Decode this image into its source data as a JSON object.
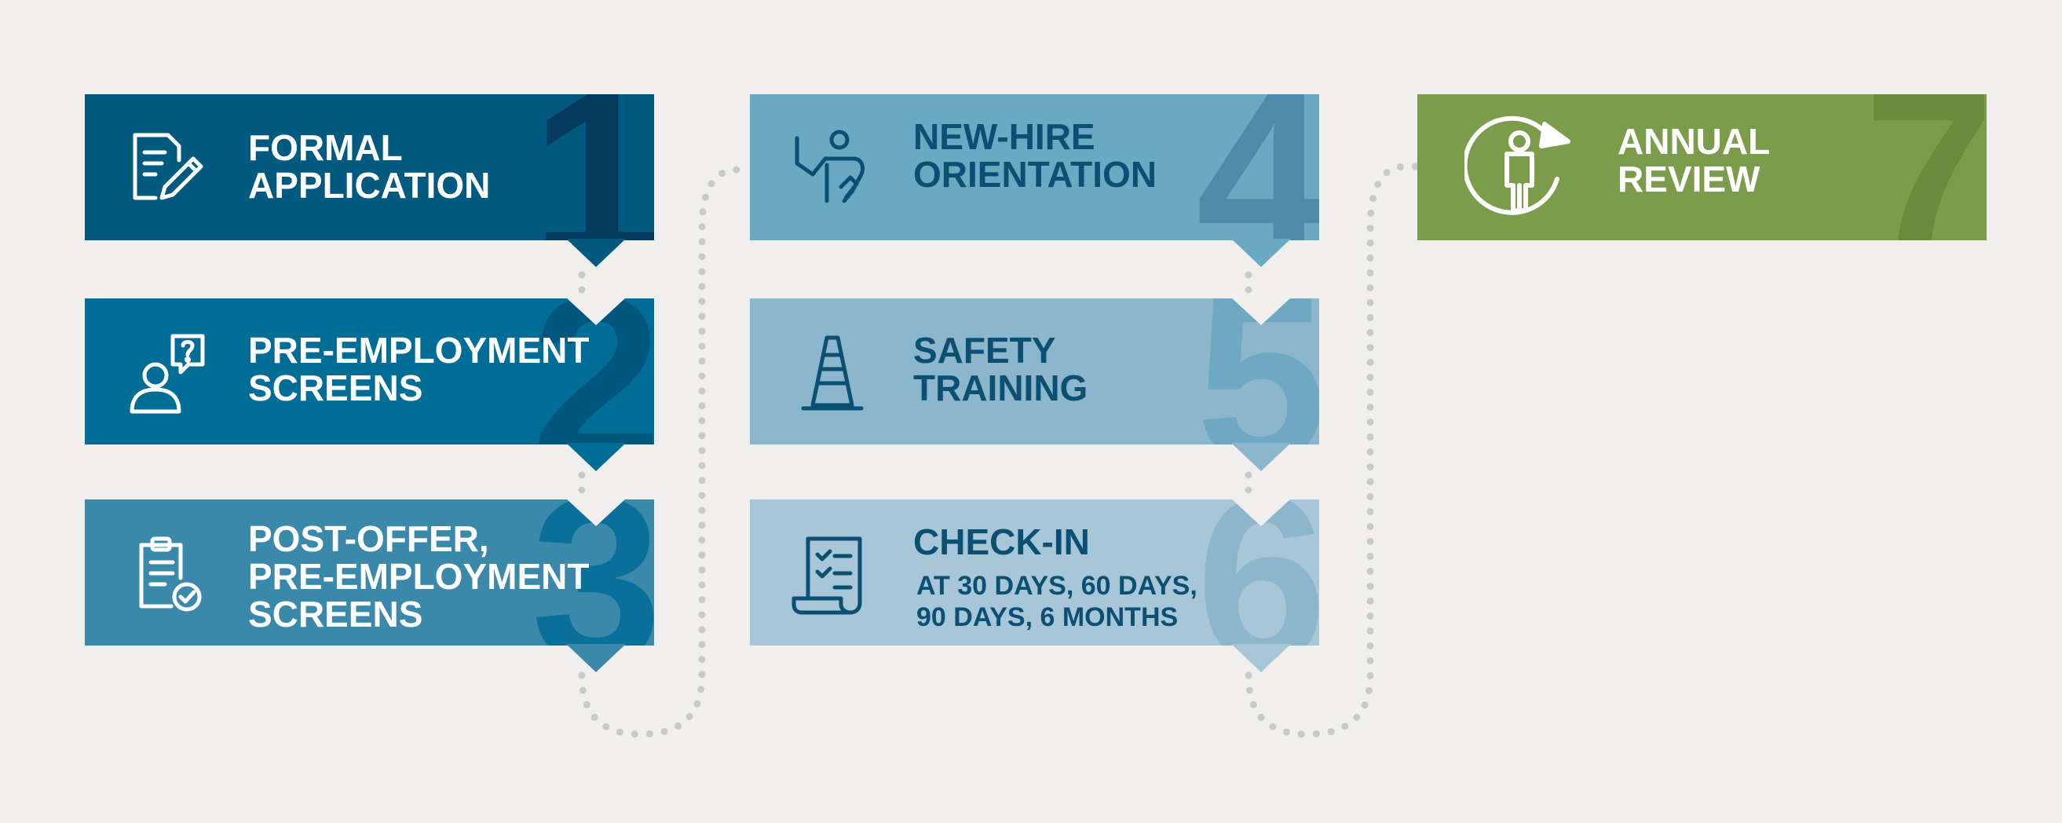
{
  "steps": [
    {
      "number": "1",
      "title_lines": [
        "FORMAL",
        "APPLICATION"
      ],
      "sub_lines": [],
      "icon": "pencil-document-icon",
      "bg": "#005a7f",
      "num_color": "#043a5c",
      "text_color": "#ffffff"
    },
    {
      "number": "2",
      "title_lines": [
        "PRE-EMPLOYMENT",
        "SCREENS"
      ],
      "sub_lines": [],
      "icon": "person-question-icon",
      "bg": "#006d96",
      "num_color": "#00577d",
      "text_color": "#ffffff"
    },
    {
      "number": "3",
      "title_lines": [
        "POST-OFFER,",
        "PRE-EMPLOYMENT",
        "SCREENS"
      ],
      "sub_lines": [],
      "icon": "clipboard-check-icon",
      "bg": "#3a88aa",
      "num_color": "#0a6f99",
      "text_color": "#ffffff"
    },
    {
      "number": "4",
      "title_lines": [
        "NEW-HIRE",
        "ORIENTATION"
      ],
      "sub_lines": [],
      "icon": "presenter-icon",
      "bg": "#6aa9c2",
      "num_color": "#4c8ca6",
      "text_color": "#0b4f73"
    },
    {
      "number": "5",
      "title_lines": [
        "SAFETY",
        "TRAINING"
      ],
      "sub_lines": [],
      "icon": "traffic-cone-icon",
      "bg": "#8bb6cb",
      "num_color": "#6ea8c2",
      "text_color": "#0b4f73"
    },
    {
      "number": "6",
      "title_lines": [
        "CHECK-IN"
      ],
      "sub_lines": [
        "AT 30 DAYS, 60 DAYS,",
        "90 DAYS, 6 MONTHS"
      ],
      "icon": "checklist-scroll-icon",
      "bg": "#a7c6d7",
      "num_color": "#8bb6cb",
      "text_color": "#0b4f73"
    },
    {
      "number": "7",
      "title_lines": [
        "ANNUAL",
        "REVIEW"
      ],
      "sub_lines": [],
      "icon": "person-cycle-icon",
      "bg": "#7b9c4b",
      "num_color": "#6a8b3b",
      "text_color": "#ffffff"
    }
  ],
  "colors": {
    "background": "#f0efed",
    "connector_dots": "#c9c9c7"
  }
}
